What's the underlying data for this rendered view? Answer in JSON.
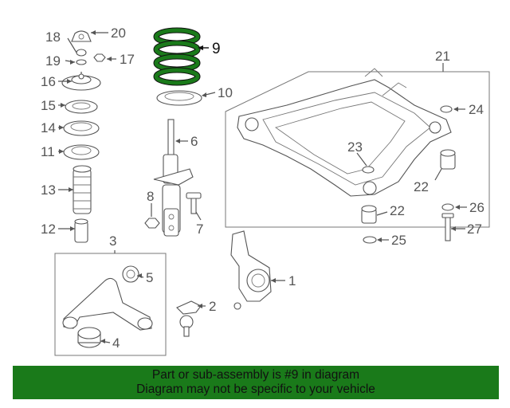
{
  "diagram": {
    "callouts": [
      {
        "id": "1",
        "label": "1"
      },
      {
        "id": "2",
        "label": "2"
      },
      {
        "id": "3",
        "label": "3"
      },
      {
        "id": "4",
        "label": "4"
      },
      {
        "id": "5",
        "label": "5"
      },
      {
        "id": "6",
        "label": "6"
      },
      {
        "id": "7",
        "label": "7"
      },
      {
        "id": "8",
        "label": "8"
      },
      {
        "id": "9",
        "label": "9",
        "highlighted": true
      },
      {
        "id": "10",
        "label": "10"
      },
      {
        "id": "11",
        "label": "11"
      },
      {
        "id": "12",
        "label": "12"
      },
      {
        "id": "13",
        "label": "13"
      },
      {
        "id": "14",
        "label": "14"
      },
      {
        "id": "15",
        "label": "15"
      },
      {
        "id": "16",
        "label": "16"
      },
      {
        "id": "17",
        "label": "17"
      },
      {
        "id": "18",
        "label": "18"
      },
      {
        "id": "19",
        "label": "19"
      },
      {
        "id": "20",
        "label": "20"
      },
      {
        "id": "21",
        "label": "21"
      },
      {
        "id": "22a",
        "label": "22"
      },
      {
        "id": "22b",
        "label": "22"
      },
      {
        "id": "23",
        "label": "23"
      },
      {
        "id": "24",
        "label": "24"
      },
      {
        "id": "25",
        "label": "25"
      },
      {
        "id": "26",
        "label": "26"
      },
      {
        "id": "27",
        "label": "27"
      }
    ],
    "highlight_color": "#1a7a1a",
    "line_color": "#555555"
  },
  "banner": {
    "line1": "Part or sub-assembly is #9 in diagram",
    "line2": "Diagram may not be specific to your vehicle",
    "background": "#1a7a1a"
  }
}
